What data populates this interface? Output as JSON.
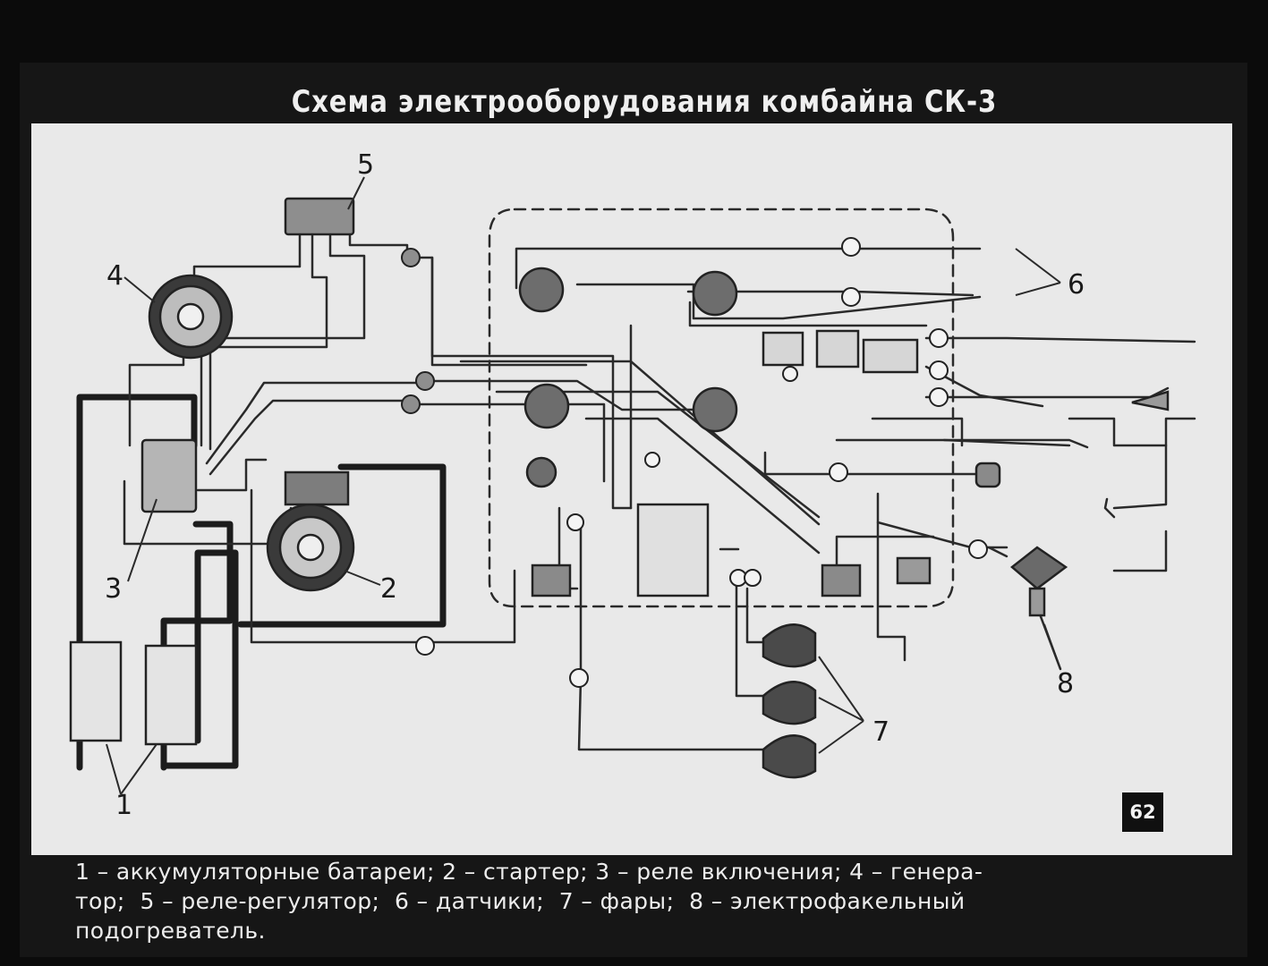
{
  "title": "Схема электрооборудования комбайна СК-3",
  "page_number": "62",
  "labels": {
    "l1": "1",
    "l2": "2",
    "l3": "3",
    "l4": "4",
    "l5": "5",
    "l6": "6",
    "l7": "7",
    "l8": "8"
  },
  "caption": {
    "line1": "1 – аккумуляторные батареи; 2 – стартер; 3 – реле включения; 4 – генера-",
    "line2": "тор;  5 – реле-регулятор;  6 – датчики;  7 – фары;  8 – электрофакельный",
    "line3": "подогреватель."
  },
  "colors": {
    "background": "#0b0b0b",
    "panel": "#e9e9e9",
    "wire": "#2a2a2a",
    "text": "#ededed"
  }
}
